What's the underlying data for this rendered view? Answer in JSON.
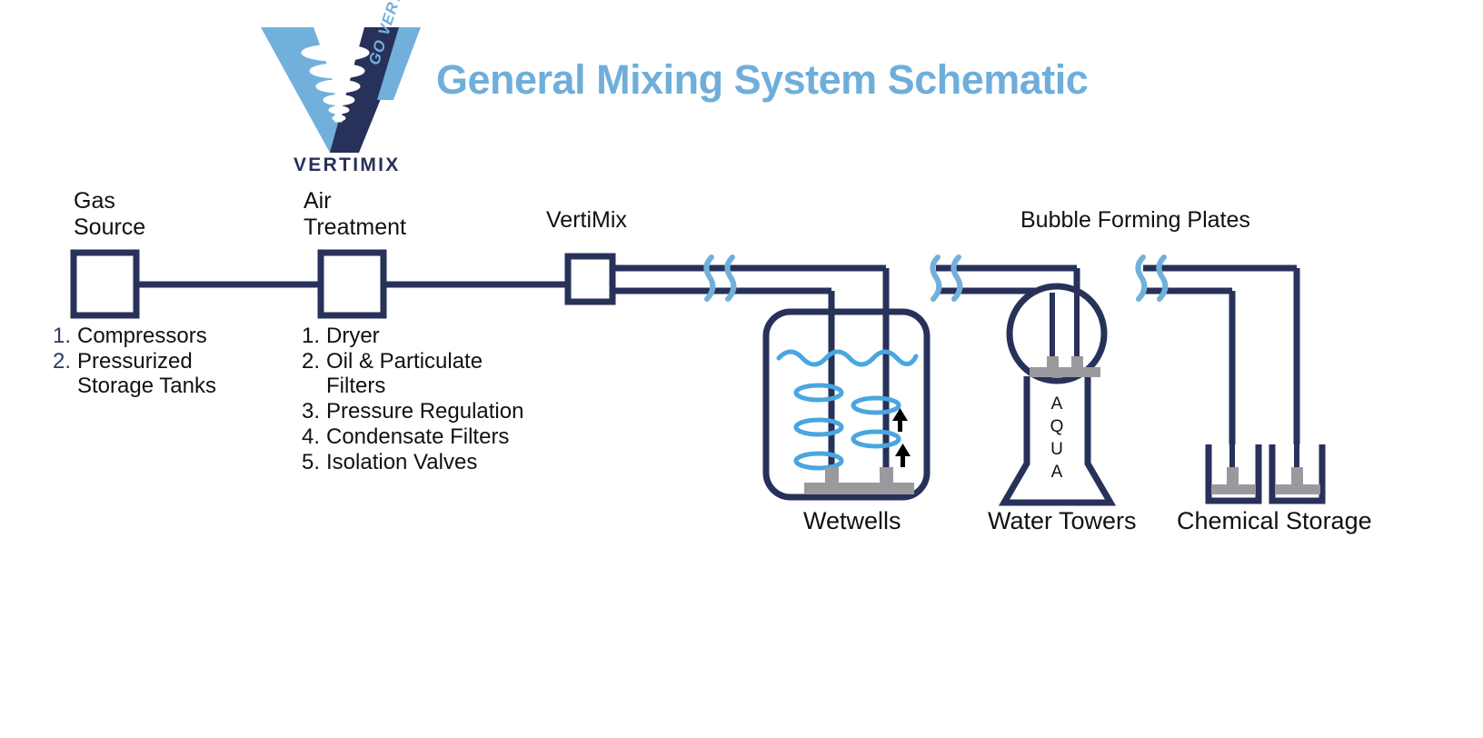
{
  "page": {
    "title": "General Mixing System Schematic",
    "background": "#ffffff"
  },
  "colors": {
    "navy": "#27315A",
    "light_blue": "#72B0DC",
    "title_blue": "#6FAEDB",
    "gray": "#9A9A9E",
    "black": "#111111"
  },
  "logo": {
    "wordmark": "VERTIMIX",
    "tagline": "GO VERTICAL!",
    "left_stroke_color": "#72B0DC",
    "right_stroke_color": "#27315A",
    "vortex_color": "#ffffff"
  },
  "nodes": {
    "gas_source": {
      "label": "Gas\nSource",
      "list_color": "#2C3A63",
      "items": [
        {
          "num": "1.",
          "text": "Compressors"
        },
        {
          "num": "2.",
          "text": "Pressurized\nStorage Tanks"
        }
      ]
    },
    "air_treatment": {
      "label": "Air\nTreatment",
      "list_color": "#111111",
      "items": [
        {
          "num": "1.",
          "text": "Dryer"
        },
        {
          "num": "2.",
          "text": "Oil & Particulate\n  Filters"
        },
        {
          "num": "3.",
          "text": "Pressure Regulation"
        },
        {
          "num": "4.",
          "text": "Condensate Filters"
        },
        {
          "num": "5.",
          "text": "Isolation Valves"
        }
      ]
    },
    "vertimix": {
      "label": "VertiMix"
    },
    "bubble_forming_plates": {
      "label": "Bubble Forming Plates"
    }
  },
  "destinations": {
    "wetwells": {
      "label": "Wetwells"
    },
    "water_towers": {
      "label": "Water Towers",
      "body_text": "A\nQ\nU\nA"
    },
    "chemical_storage": {
      "label": "Chemical Storage"
    }
  },
  "diagram_meta": {
    "type": "process-schematic",
    "flow": "Gas Source -> Air Treatment -> VertiMix -> (Wetwells, Water Towers, Chemical Storage)",
    "break_symbol": "double-squiggle",
    "pipe_pairs": 2
  }
}
